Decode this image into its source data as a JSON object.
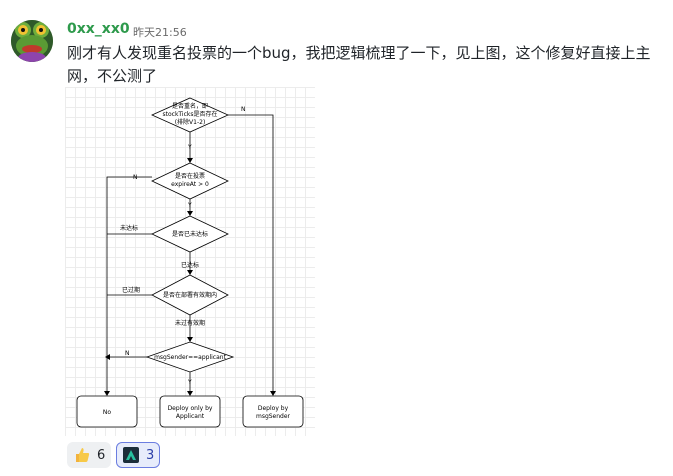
{
  "message": {
    "username": "0xx_xx0",
    "timestamp": "昨天21:56",
    "text": "刚才有人发现重名投票的一个bug，我把逻辑梳理了一下，见上图，这个修复好直接上主网，不公测了"
  },
  "diagram": {
    "nodes": {
      "d1_line1": "是否重名，即",
      "d1_line2": "stockTicks是否存在",
      "d1_line3": "(排除V1-2)",
      "d2_line1": "是否在投票",
      "d2_line2": "expireAt > 0",
      "d3": "是否已未达标",
      "d4": "是否在部署有效期内",
      "d5": "msgSender==applicant",
      "box_no": "No",
      "box_applicant_l1": "Deploy only by",
      "box_applicant_l2": "Applicant",
      "box_sender_l1": "Deploy by",
      "box_sender_l2": "msgSender"
    },
    "edge_labels": {
      "n1": "N",
      "y1": "Y",
      "n2": "N",
      "y2": "Y",
      "unmet": "未达标",
      "met": "已达标",
      "expired": "已过期",
      "not_expired": "未过有效期",
      "n3": "N",
      "y3": "Y"
    }
  },
  "reactions": [
    {
      "emoji": "thumbs-up-icon",
      "count": "6"
    },
    {
      "emoji": "nft-logo-icon",
      "count": "3"
    }
  ]
}
